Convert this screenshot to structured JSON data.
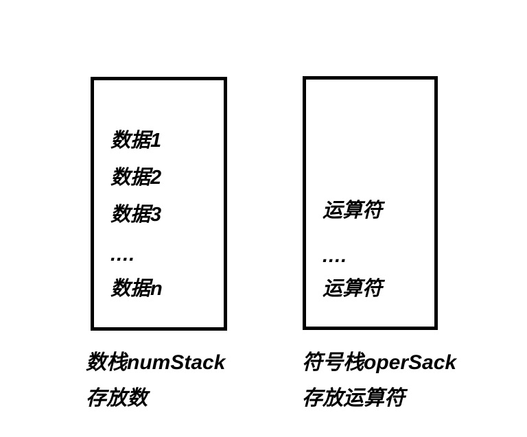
{
  "diagram": {
    "title": "",
    "background_color": "#ffffff",
    "stroke_color": "#000000",
    "text_color": "#000000",
    "stacks": [
      {
        "id": "num-stack",
        "items": [
          "数据1",
          "数据2",
          "数据3",
          "....",
          "数据n"
        ],
        "caption_line_1": "数栈numStack",
        "caption_line_2": "存放数"
      },
      {
        "id": "oper-stack",
        "items": [
          "运算符",
          "....",
          "运算符"
        ],
        "caption_line_1": "符号栈operSack",
        "caption_line_2": "存放运算符"
      }
    ]
  }
}
